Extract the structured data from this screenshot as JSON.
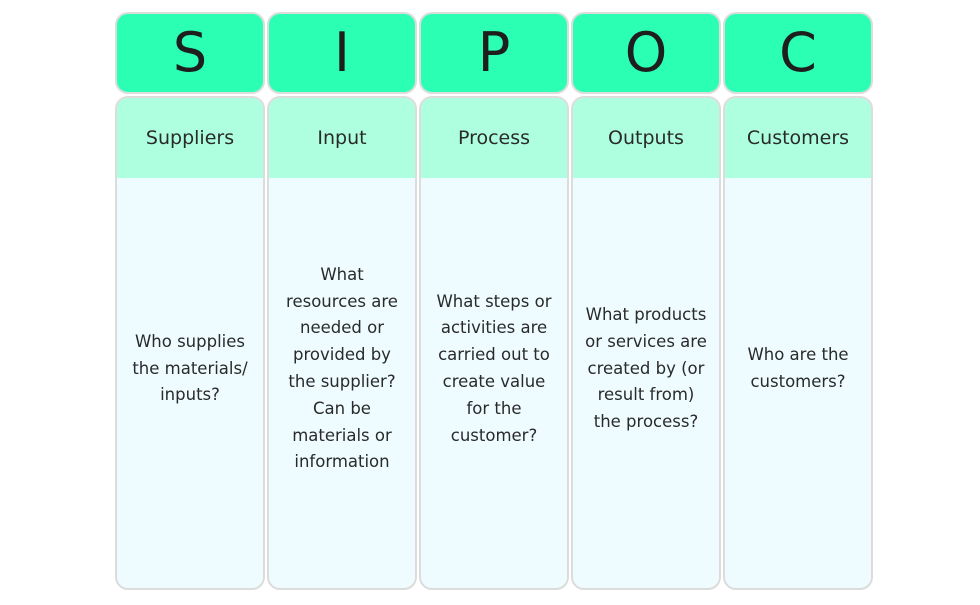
{
  "colors": {
    "letter_bg": "#2affb4",
    "label_bg": "#adffe0",
    "body_bg": "#eefcff",
    "border": "#dcdcdc"
  },
  "columns": [
    {
      "letter": "S",
      "label": "Suppliers",
      "description": "Who supplies\nthe materials/\ninputs?"
    },
    {
      "letter": "I",
      "label": "Input",
      "description": "What\nresources are\nneeded or\nprovided by\nthe supplier?\nCan be\nmaterials or\ninformation"
    },
    {
      "letter": "P",
      "label": "Process",
      "description": "What steps or\nactivities are\ncarried out to\ncreate value\nfor the\ncustomer?"
    },
    {
      "letter": "O",
      "label": "Outputs",
      "description": "What products\nor services are\ncreated by (or\nresult from)\nthe process?"
    },
    {
      "letter": "C",
      "label": "Customers",
      "description": "Who are the\ncustomers?"
    }
  ]
}
